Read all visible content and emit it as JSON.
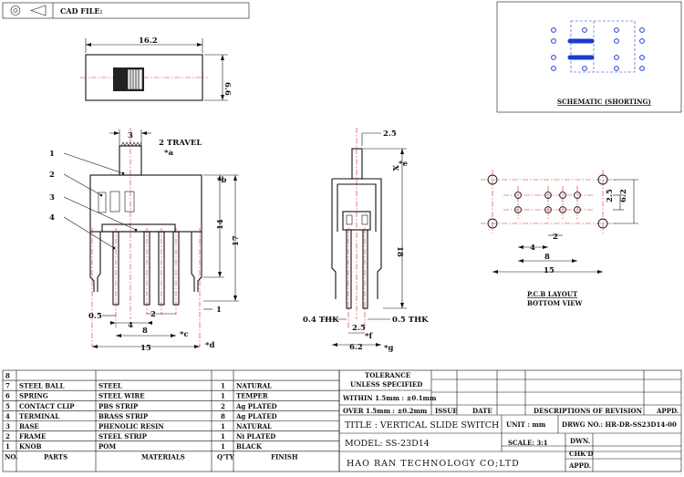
{
  "header": {
    "cad_file_label": "CAD FILE:"
  },
  "schematic": {
    "caption": "SCHEMATIC (SHORTING)"
  },
  "top_view": {
    "width": "16.2",
    "height": "6.6"
  },
  "front_view": {
    "travel": "2 TRAVEL",
    "dims": {
      "knob": "3",
      "inner_h": "14",
      "total_h": "17",
      "pitch_a": "4",
      "pitch_b": "2",
      "span": "8",
      "width": "15",
      "edge": "0.5",
      "edge_r": "1"
    },
    "markers": {
      "a": "*a",
      "b": "*b",
      "c": "*c",
      "d": "*d"
    },
    "callouts": [
      "1",
      "2",
      "3",
      "4"
    ]
  },
  "side_view": {
    "dims": {
      "knob": "2.5",
      "height": "18",
      "thk_a": "0.4 THK",
      "thk_b": "0.5 THK",
      "pitch": "2.5",
      "width": "6.2",
      "x": "X"
    },
    "markers": {
      "e": "*e",
      "f": "*f",
      "g": "*g"
    }
  },
  "pcb": {
    "dims": {
      "a": "2.5",
      "b": "6.2",
      "c": "4",
      "d": "2",
      "e": "8",
      "f": "15"
    },
    "caption_1": "P.C.B LAYOUT",
    "caption_2": "BOTTOM VIEW"
  },
  "parts_table": {
    "rows": [
      {
        "no": "8",
        "part": "",
        "material": "",
        "qty": "",
        "finish": ""
      },
      {
        "no": "7",
        "part": "STEEL BALL",
        "material": "STEEL",
        "qty": "1",
        "finish": "NATURAL"
      },
      {
        "no": "6",
        "part": "SPRING",
        "material": "STEEL WIRE",
        "qty": "1",
        "finish": "TEMPER"
      },
      {
        "no": "5",
        "part": "CONTACT CLIP",
        "material": "PBS STRIP",
        "qty": "2",
        "finish": "Ag PLATED"
      },
      {
        "no": "4",
        "part": "TERMINAL",
        "material": "BRASS STRIP",
        "qty": "8",
        "finish": "Ag PLATED"
      },
      {
        "no": "3",
        "part": "BASE",
        "material": "PHENOLIC RESIN",
        "qty": "1",
        "finish": "NATURAL"
      },
      {
        "no": "2",
        "part": "FRAME",
        "material": "STEEL STRIP",
        "qty": "1",
        "finish": "Ni PLATED"
      },
      {
        "no": "1",
        "part": "KNOB",
        "material": "POM",
        "qty": "1",
        "finish": "BLACK"
      }
    ],
    "headers": {
      "no": "NO.",
      "part": "PARTS",
      "material": "MATERIALS",
      "qty": "Q'TY",
      "finish": "FINISH"
    }
  },
  "title_block": {
    "tolerance": "TOLERANCE",
    "unless": "UNLESS SPECIFIED",
    "within": "WITHIN 1.5mm : ±0.1mm",
    "over": "OVER 1.5mm : ±0.2mm",
    "issue": "ISSUE",
    "date": "DATE",
    "descriptions": "DESCRIPTIONS OF REVISION",
    "appd": "APPD.",
    "title": "TITLE : VERTICAL SLIDE SWITCH",
    "unit": "UNIT : mm",
    "drwg_no": "DRWG NO.: HR-DR-SS23D14-00",
    "model": "MODEL: SS-23D14",
    "scale": "SCALE: 3:1",
    "dwn": "DWN.",
    "chkd": "CHK'D",
    "appd2": "APPD.",
    "company": "HAO RAN TECHNOLOGY CO;LTD"
  }
}
